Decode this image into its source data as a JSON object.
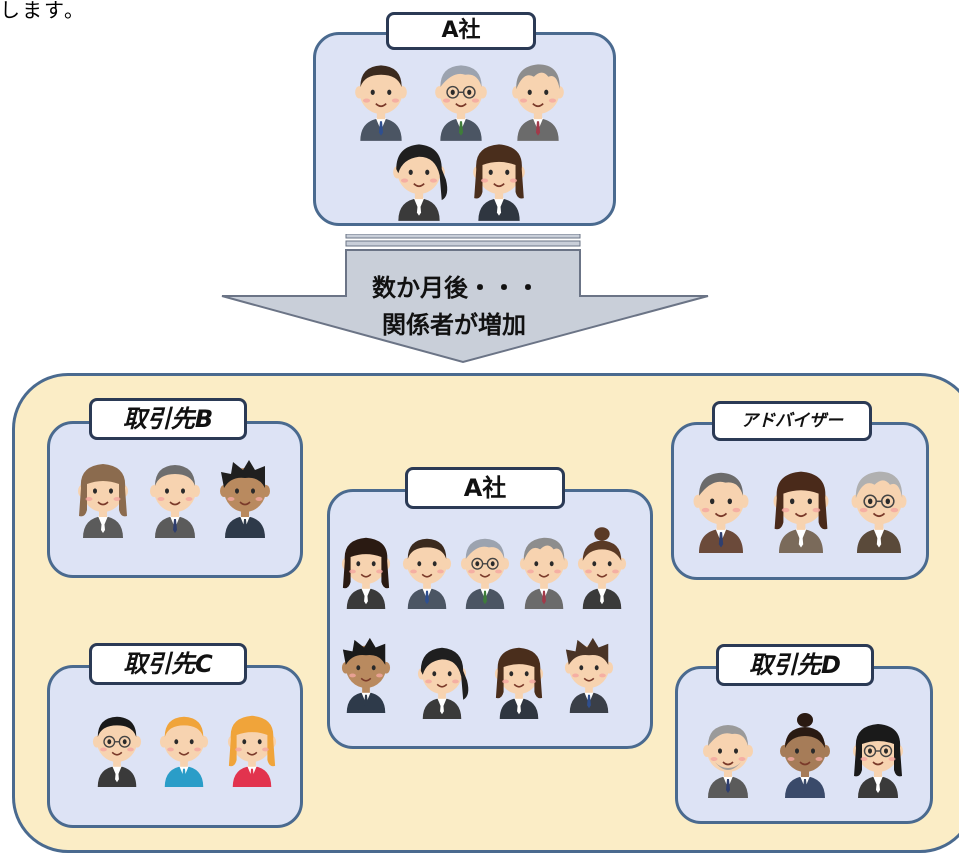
{
  "page_top_text": "します。",
  "top_group": {
    "label": "A社",
    "people": [
      {
        "hair": "#3b2a1e",
        "skin": "#f7d3b0",
        "suit": "#4b5563",
        "tie": "#2f4f8f",
        "hair_style": "short"
      },
      {
        "hair": "#9ca3af",
        "skin": "#f7d3b0",
        "suit": "#4b5563",
        "tie": "#3f7d3a",
        "hair_style": "side",
        "glasses": true
      },
      {
        "hair": "#8d8d8d",
        "skin": "#f7d3b0",
        "suit": "#6b6b6b",
        "tie": "#a23a4a",
        "hair_style": "wave"
      },
      {
        "hair": "#1f1f1f",
        "skin": "#f7d3b0",
        "suit": "#3a3a3a",
        "tie": "#ffffff",
        "hair_style": "ponytail"
      },
      {
        "hair": "#4a2e1c",
        "skin": "#f7d3b0",
        "suit": "#2f3640",
        "tie": "#ffffff",
        "hair_style": "long"
      }
    ]
  },
  "arrow": {
    "line1": "数か月後・・・",
    "line2": "関係者が増加"
  },
  "groups": [
    {
      "id": "client-b",
      "label": "取引先B",
      "people": [
        {
          "hair": "#8b6b4e",
          "skin": "#f7d3b0",
          "suit": "#5b5b5b",
          "tie": "#ffffff",
          "hair_style": "long"
        },
        {
          "hair": "#6e6e6e",
          "skin": "#f7d3b0",
          "suit": "#5b5b5b",
          "tie": "#2f3f6f",
          "hair_style": "short"
        },
        {
          "hair": "#1f1f1f",
          "skin": "#b98a5f",
          "suit": "#2e3a4a",
          "tie": "#2e3a4a",
          "hair_style": "spiky"
        }
      ]
    },
    {
      "id": "client-c",
      "label": "取引先C",
      "people": [
        {
          "hair": "#1a1a1a",
          "skin": "#f7d3b0",
          "suit": "#3a3a3a",
          "tie": "#ffffff",
          "hair_style": "short",
          "glasses": true
        },
        {
          "hair": "#f0a43a",
          "skin": "#f7d3b0",
          "suit": "#2a9dc8",
          "tie": "#2a9dc8",
          "hair_style": "short"
        },
        {
          "hair": "#f0a43a",
          "skin": "#f7d3b0",
          "suit": "#e2334e",
          "tie": "#e2334e",
          "hair_style": "long"
        }
      ]
    },
    {
      "id": "a-company",
      "label": "A社",
      "people": [
        {
          "hair": "#2a1a12",
          "skin": "#f7d3b0",
          "suit": "#3a3a3a",
          "tie": "#ffffff",
          "hair_style": "long"
        },
        {
          "hair": "#3b2a1e",
          "skin": "#f7d3b0",
          "suit": "#4b5563",
          "tie": "#2f4f8f",
          "hair_style": "short"
        },
        {
          "hair": "#9ca3af",
          "skin": "#f7d3b0",
          "suit": "#4b5563",
          "tie": "#3f7d3a",
          "hair_style": "side",
          "glasses": true
        },
        {
          "hair": "#8d8d8d",
          "skin": "#f7d3b0",
          "suit": "#6b6b6b",
          "tie": "#a23a4a",
          "hair_style": "wave"
        },
        {
          "hair": "#5a3a26",
          "skin": "#f7d3b0",
          "suit": "#3a3a3a",
          "tie": "#ffffff",
          "hair_style": "bun"
        },
        {
          "hair": "#1a1a1a",
          "skin": "#b98a5f",
          "suit": "#2e3a4a",
          "tie": "#2e3a4a",
          "hair_style": "spiky"
        },
        {
          "hair": "#1f1f1f",
          "skin": "#f7d3b0",
          "suit": "#3a3a3a",
          "tie": "#ffffff",
          "hair_style": "ponytail"
        },
        {
          "hair": "#4a2e1c",
          "skin": "#f7d3b0",
          "suit": "#2f3640",
          "tie": "#ffffff",
          "hair_style": "long"
        },
        {
          "hair": "#4a3426",
          "skin": "#f7d3b0",
          "suit": "#3a3f48",
          "tie": "#2f4f8f",
          "hair_style": "spiky"
        }
      ]
    },
    {
      "id": "advisor",
      "label": "アドバイザー",
      "people": [
        {
          "hair": "#6b6b6b",
          "skin": "#f7d3b0",
          "suit": "#6b4a3a",
          "tie": "#2f3f6f",
          "hair_style": "side"
        },
        {
          "hair": "#4a2a1a",
          "skin": "#f7d3b0",
          "suit": "#7a6a5a",
          "tie": "#ffffff",
          "hair_style": "long"
        },
        {
          "hair": "#b0b0b0",
          "skin": "#f7d3b0",
          "suit": "#5a4a3a",
          "tie": "#ffffff",
          "hair_style": "wave",
          "glasses": true
        }
      ]
    },
    {
      "id": "client-d",
      "label": "取引先D",
      "people": [
        {
          "hair": "#9a9a9a",
          "skin": "#f7d3b0",
          "suit": "#5b5b5b",
          "tie": "#2f3f6f",
          "hair_style": "side",
          "beard": true
        },
        {
          "hair": "#2a1a12",
          "skin": "#a67c58",
          "suit": "#3a4a6a",
          "tie": "#3a4a6a",
          "hair_style": "bun"
        },
        {
          "hair": "#1a1a1a",
          "skin": "#f7d3b0",
          "suit": "#3a3a3a",
          "tie": "#ffffff",
          "hair_style": "long",
          "glasses": true
        }
      ]
    }
  ]
}
